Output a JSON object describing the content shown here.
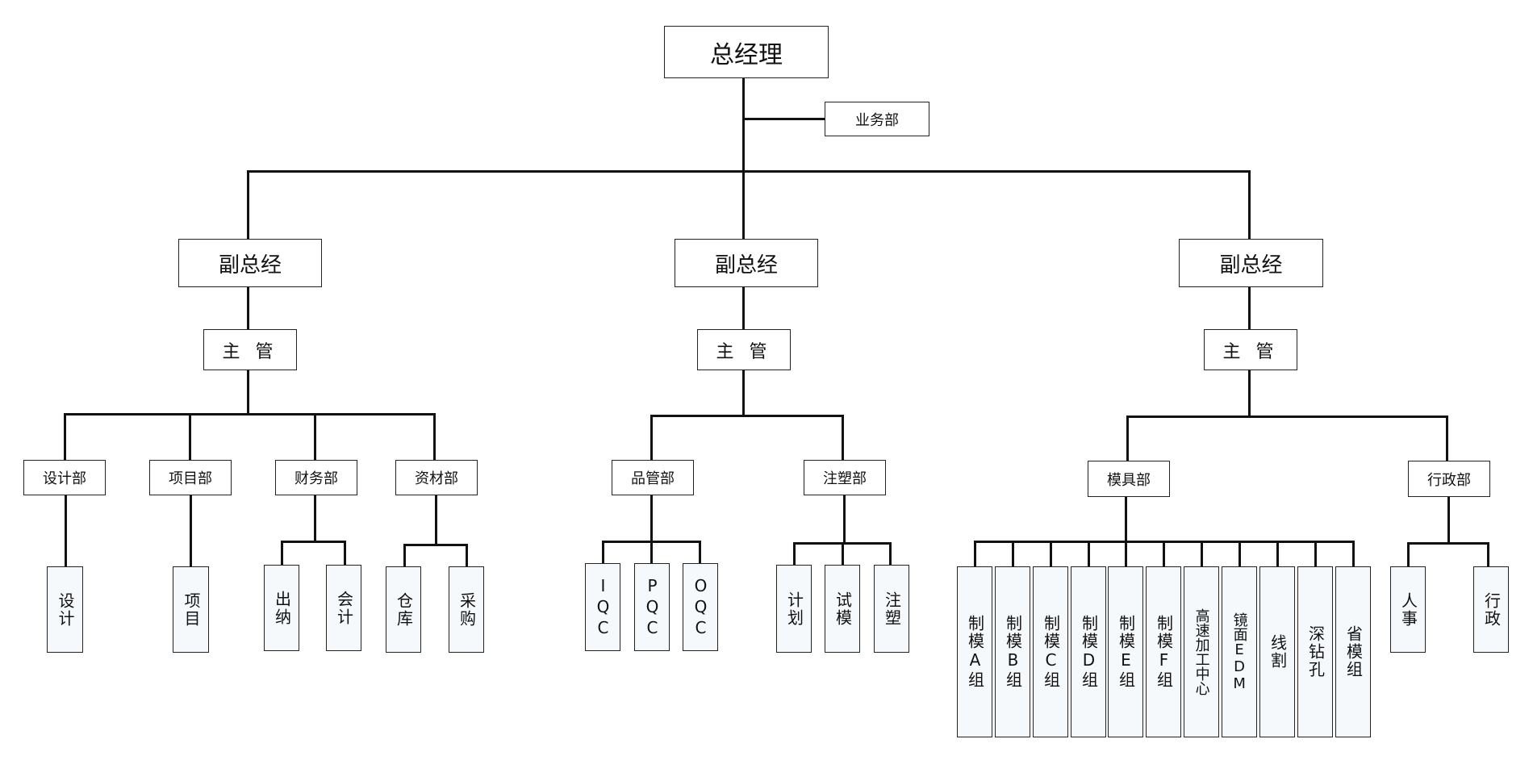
{
  "colors": {
    "line": "#111111",
    "border": "#222222",
    "box_fill": "#ffffff",
    "leaf_fill": "#f6f9fc"
  },
  "ceo": "总经理",
  "sales": "业务部",
  "vp": [
    "副总经",
    "副总经",
    "副总经"
  ],
  "manager": [
    "主 管",
    "主 管",
    "主 管"
  ],
  "depts": {
    "design": "设计部",
    "project": "项目部",
    "finance": "财务部",
    "materials": "资材部",
    "quality": "品管部",
    "injection": "注塑部",
    "mold": "模具部",
    "admin": "行政部"
  },
  "leaves": {
    "design": "设计",
    "project": "项目",
    "cashier": "出纳",
    "accounting": "会计",
    "warehouse": "仓库",
    "purchasing": "采购",
    "iqc": "IQC",
    "pqc": "PQC",
    "oqc": "OQC",
    "planning": "计划",
    "trial": "试模",
    "molding": "注塑",
    "mold_a": "制模A组",
    "mold_b": "制模B组",
    "mold_c": "制模C组",
    "mold_d": "制模D组",
    "mold_e": "制模E组",
    "mold_f": "制模F组",
    "hs_center": "高速加工中心",
    "mirror_edm": "镜面EDM",
    "wire_cut": "线割",
    "deep_drill": "深钻孔",
    "province_mold": "省模组",
    "hr": "人事",
    "admin_affairs": "行政"
  }
}
